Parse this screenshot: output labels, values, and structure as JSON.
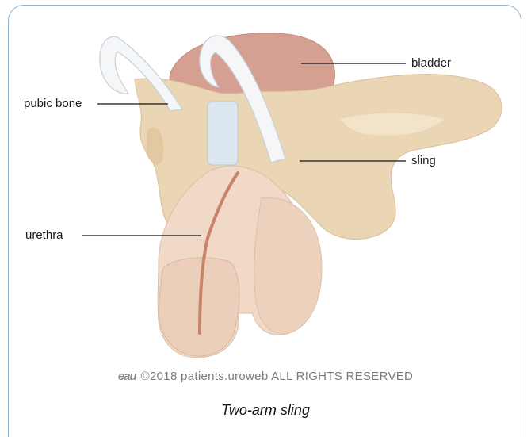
{
  "labels": {
    "bladder": "bladder",
    "pubic_bone": "pubic bone",
    "sling": "sling",
    "urethra": "urethra"
  },
  "credit": {
    "logo": "eau",
    "text": "©2018 patients.uroweb ALL RIGHTS RESERVED"
  },
  "caption": "Two-arm sling",
  "colors": {
    "frame": "#8fb3cf",
    "bone": "#ead6b4",
    "bladder": "#d59f91",
    "sling": "#f4f6f8",
    "skin": "#f0d9c6",
    "urethra": "#c98468"
  }
}
